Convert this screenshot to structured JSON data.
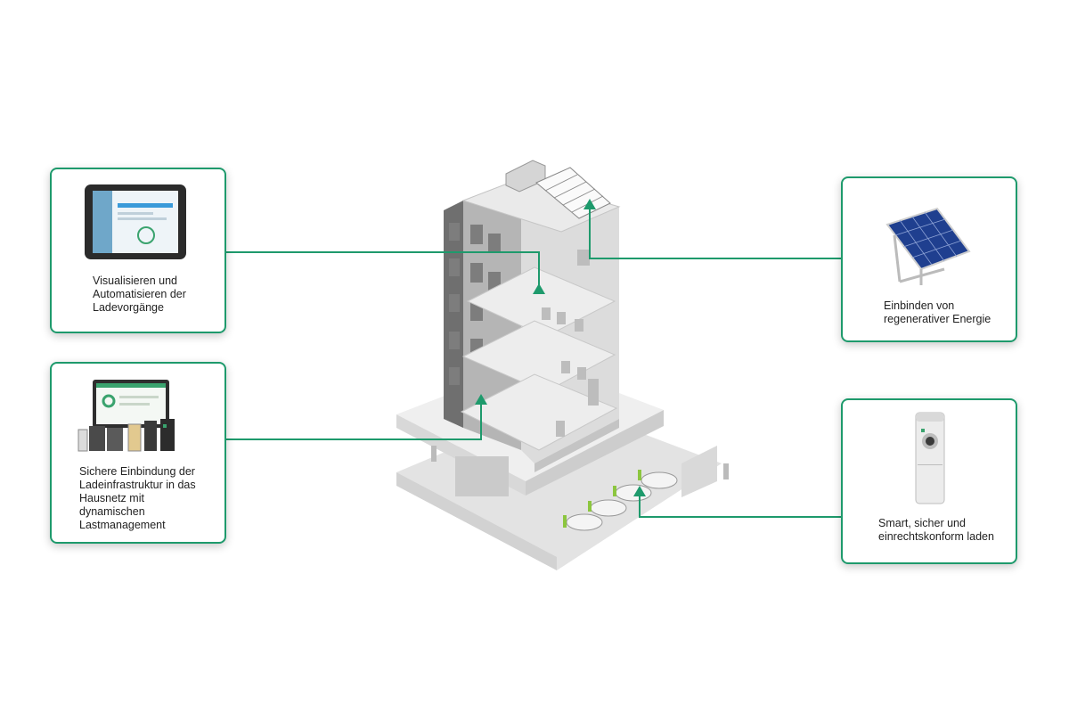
{
  "colors": {
    "accent": "#1e9a6c",
    "building_light": "#e9e9e9",
    "building_mid": "#cfcfcf",
    "building_dark": "#8a8a8a"
  },
  "cards": {
    "visualize": {
      "caption": "Visualisieren und\nAutomatisieren der\nLadevorgänge",
      "icon": "tablet-icon"
    },
    "network": {
      "caption": "Sichere Einbindung der\nLadeinfrastruktur in das\nHausnetz mit\ndynamischen\nLastmanagement",
      "icon": "monitor-and-devices-icon"
    },
    "solar": {
      "caption": "Einbinden von\nregenerativer Energie",
      "icon": "solar-panel-icon"
    },
    "charge": {
      "caption": "Smart, sicher und\neinrechtskonform laden",
      "icon": "wallbox-charger-icon"
    }
  }
}
